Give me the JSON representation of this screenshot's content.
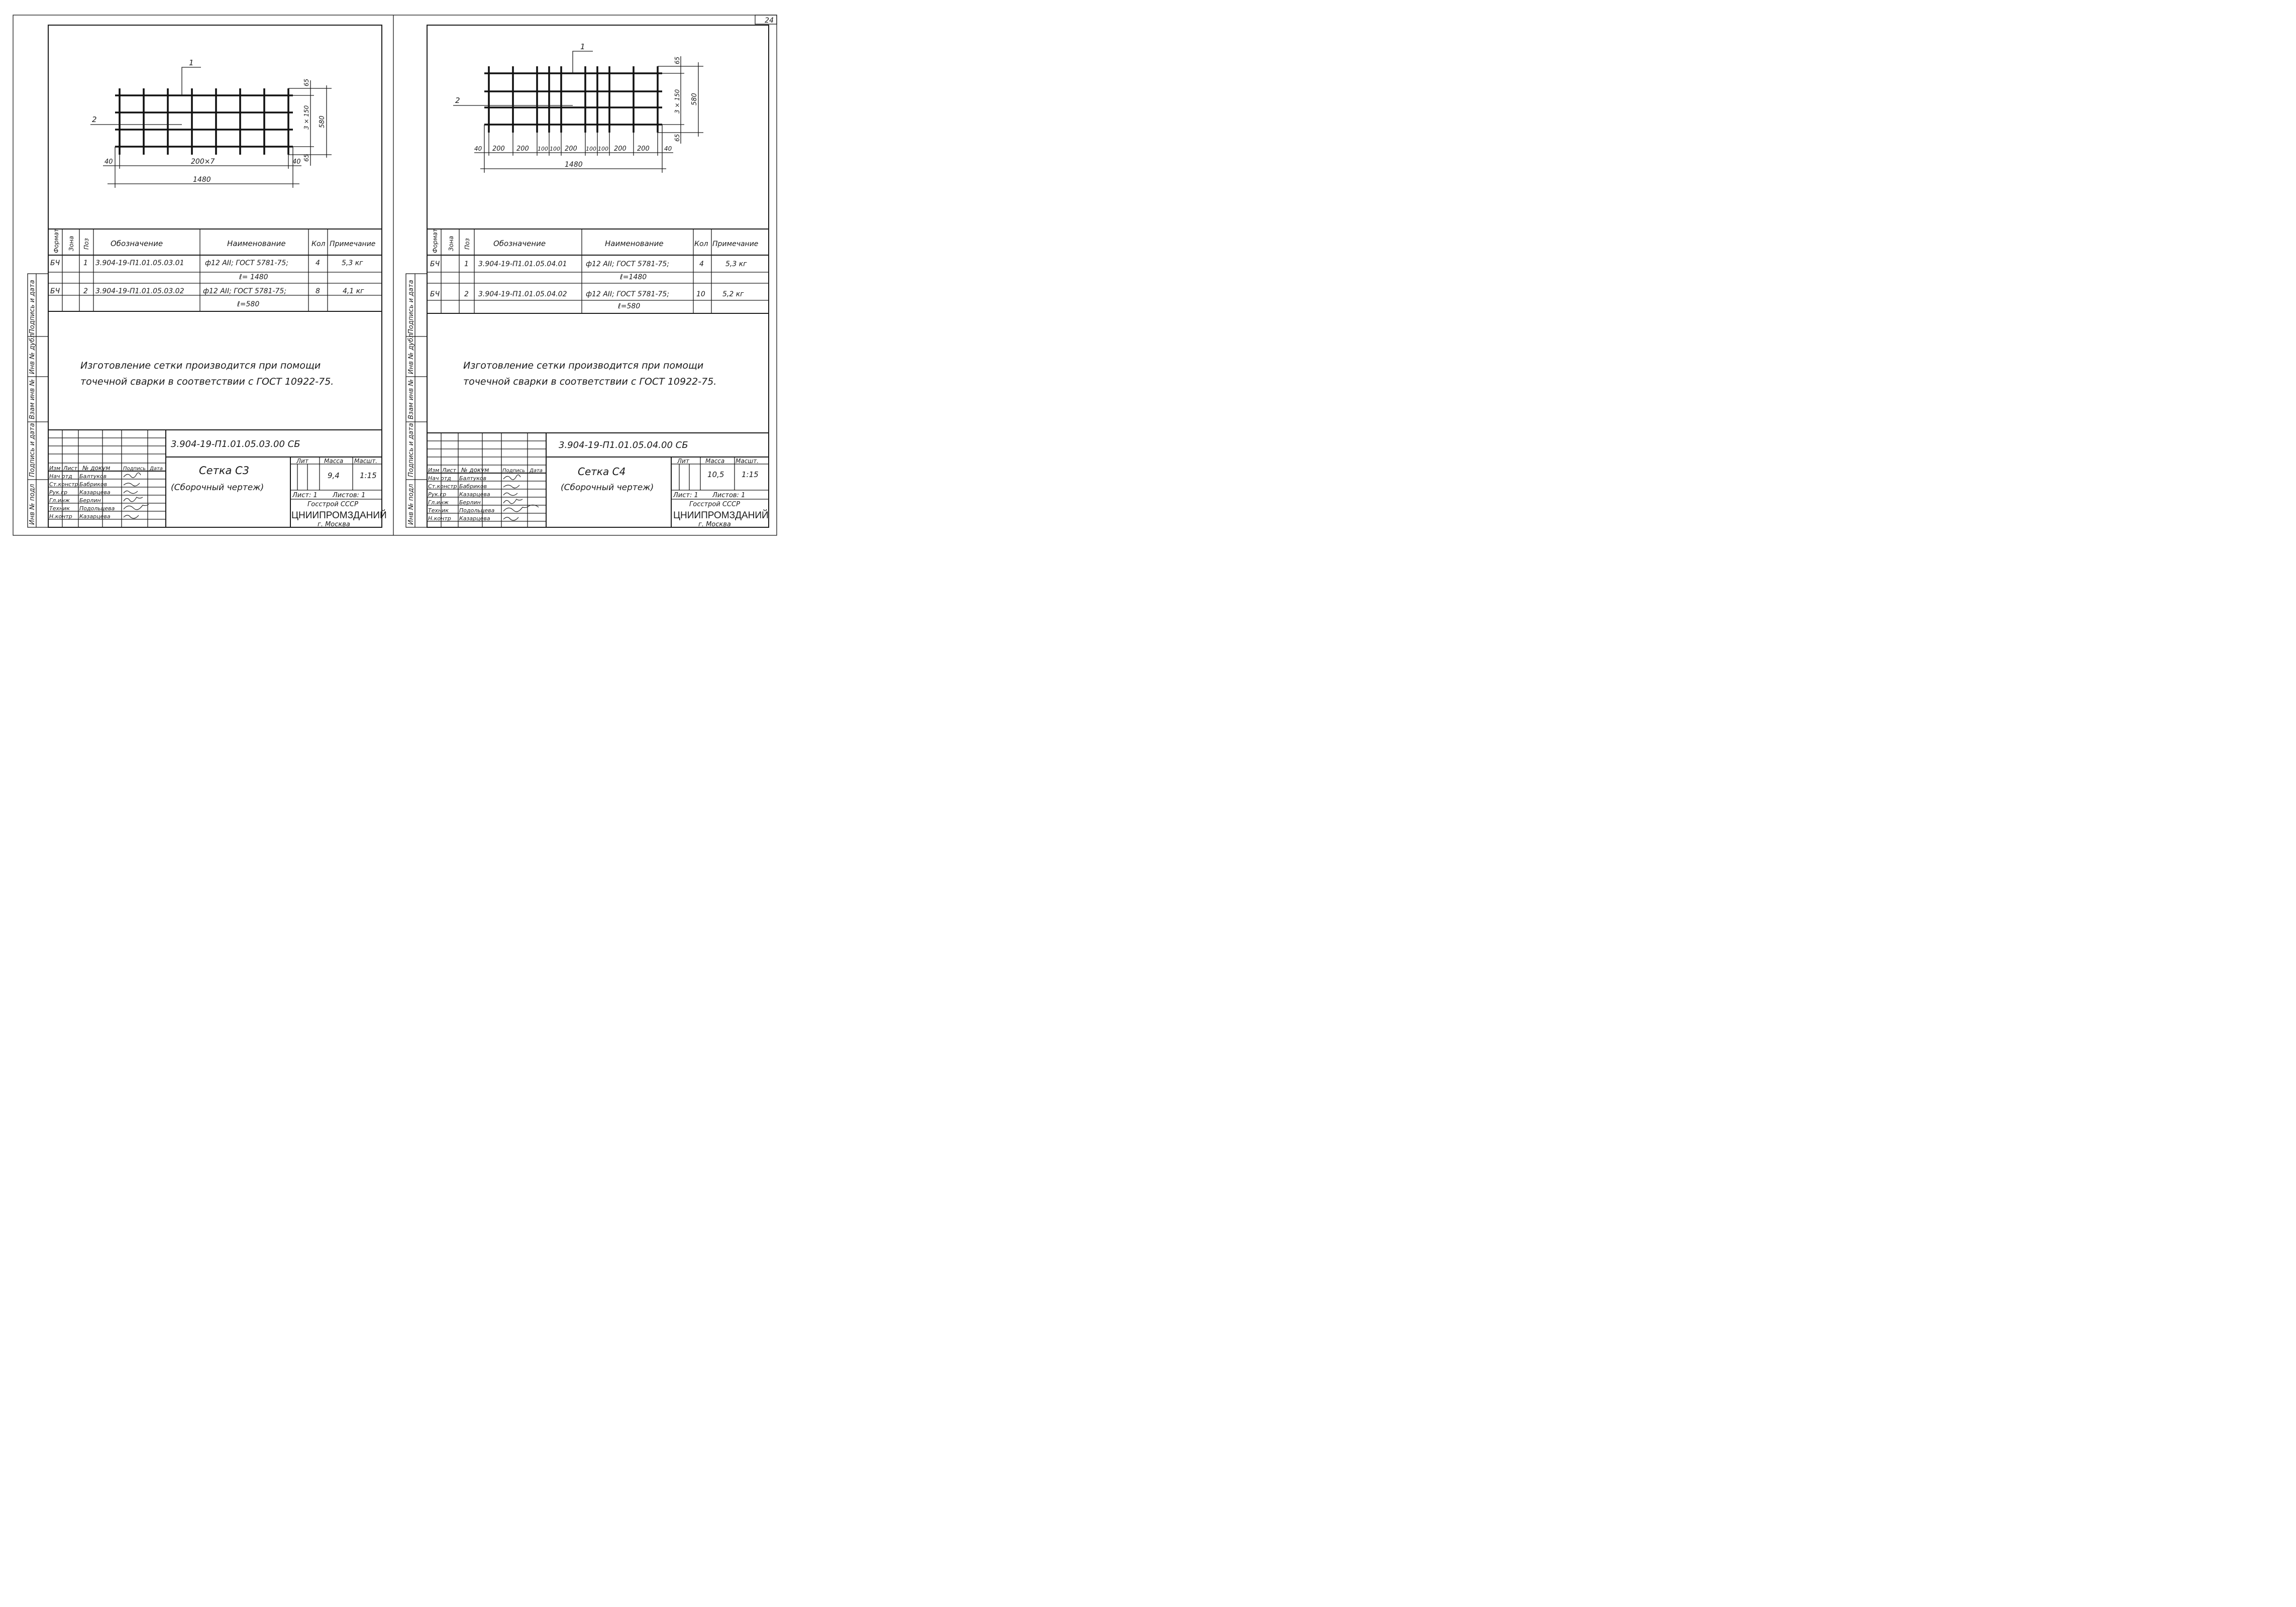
{
  "page_number": "24",
  "sheets": [
    {
      "designation": "3.904-19-П1.01.05.03.00 СБ",
      "title": "Сетка С3",
      "subtitle": "(Сборочный чертеж)",
      "mass": "9,4",
      "scale": "1:15",
      "sheet_label": "Лист: 1",
      "sheets_label": "Листов: 1",
      "org_1": "Госстрой СССР",
      "org_2": "ЦНИИПРОМЗДАНИЙ",
      "org_3": "г. Москва",
      "note_line1": "Изготовление сетки производится при помощи",
      "note_line2": "точечной сварки в соответствии с ГОСТ 10922-75.",
      "drawing": {
        "callout_1": "1",
        "callout_2": "2",
        "dim_top": "65",
        "dim_mid": "3 × 150",
        "dim_total_v": "580",
        "dim_bot": "65",
        "dim_left": "40",
        "dim_span": "200×7",
        "dim_right": "40",
        "dim_total_h": "1480"
      },
      "spec": [
        {
          "format": "БЧ",
          "zone": "",
          "pos": "1",
          "designation": "3.904-19-П1.01.05.03.01",
          "name_1": "ф12 АII; ГОСТ 5781-75;",
          "name_2": "ℓ= 1480",
          "qty": "4",
          "note": "5,3 кг"
        },
        {
          "format": "БЧ",
          "zone": "",
          "pos": "2",
          "designation": "3.904-19-П1.01.05.03.02",
          "name_1": "ф12 АII; ГОСТ 5781-75;",
          "name_2": "ℓ=580",
          "qty": "8",
          "note": "4,1 кг"
        }
      ],
      "staff": [
        {
          "role": "Нач отд",
          "name": "Балтуков"
        },
        {
          "role": "Ст.констр",
          "name": "Бабриков"
        },
        {
          "role": "Рук.гр",
          "name": "Казарцева"
        },
        {
          "role": "Гл.инж",
          "name": "Берлин"
        },
        {
          "role": "Техник",
          "name": "Подольцева"
        },
        {
          "role": "Н.контр",
          "name": "Казарцева"
        }
      ]
    },
    {
      "designation": "3.904-19-П1.01.05.04.00 СБ",
      "title": "Сетка С4",
      "subtitle": "(Сборочный чертеж)",
      "mass": "10,5",
      "scale": "1:15",
      "sheet_label": "Лист: 1",
      "sheets_label": "Листов: 1",
      "org_1": "Госстрой СССР",
      "org_2": "ЦНИИПРОМЗДАНИЙ",
      "org_3": "г. Москва",
      "note_line1": "Изготовление сетки производится при помощи",
      "note_line2": "точечной сварки в соответствии с ГОСТ 10922-75.",
      "drawing": {
        "callout_1": "1",
        "callout_2": "2",
        "dim_top": "65",
        "dim_mid": "3 × 150",
        "dim_total_v": "580",
        "dim_bot": "65",
        "dims_h": [
          "40",
          "200",
          "200",
          "100",
          "100",
          "200",
          "100",
          "100",
          "200",
          "200",
          "40"
        ],
        "dim_total_h": "1480"
      },
      "spec": [
        {
          "format": "БЧ",
          "zone": "",
          "pos": "1",
          "designation": "3.904-19-П1.01.05.04.01",
          "name_1": "ф12 АII; ГОСТ 5781-75;",
          "name_2": "ℓ=1480",
          "qty": "4",
          "note": "5,3 кг"
        },
        {
          "format": "БЧ",
          "zone": "",
          "pos": "2",
          "designation": "3.904-19-П1.01.05.04.02",
          "name_1": "ф12 АII; ГОСТ 5781-75;",
          "name_2": "ℓ=580",
          "qty": "10",
          "note": "5,2 кг"
        }
      ],
      "staff": [
        {
          "role": "Нач отд",
          "name": "Балтуков"
        },
        {
          "role": "Ст.констр",
          "name": "Бабриков"
        },
        {
          "role": "Рук.гр",
          "name": "Казарцева"
        },
        {
          "role": "Гл.инж",
          "name": "Берлин"
        },
        {
          "role": "Техник",
          "name": "Подольцева"
        },
        {
          "role": "Н.контр",
          "name": "Казарцева"
        }
      ]
    }
  ],
  "spec_headers": {
    "format": "Формат",
    "zone": "Зона",
    "pos": "Поз",
    "designation": "Обозначение",
    "name": "Наименование",
    "qty": "Кол",
    "note": "Примечание"
  },
  "title_block_headers": {
    "izm": "Изм",
    "list": "Лист",
    "doc": "№ докум",
    "sign": "Подпись",
    "date": "Дата",
    "lit": "Лит",
    "mass": "Масса",
    "scale": "Масшт."
  },
  "side_stamps": [
    "Инв № подл",
    "Подпись и дата",
    "Взам инв №",
    "Инв № дубл",
    "Подпись и дата"
  ]
}
